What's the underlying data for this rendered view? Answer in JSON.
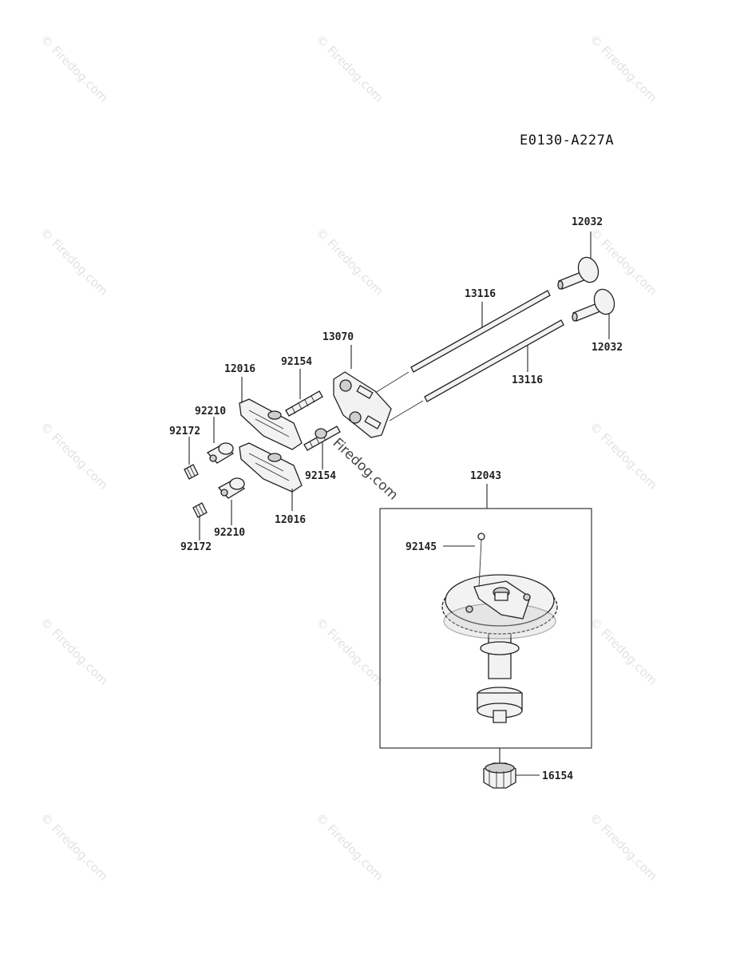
{
  "diagram": {
    "reference_code": "E0130-A227A",
    "watermark_text": "© Firedog.com",
    "overlay_watermark": "Firedog.com",
    "parts": [
      {
        "id": "12032_a",
        "number": "12032"
      },
      {
        "id": "12032_b",
        "number": "12032"
      },
      {
        "id": "13116_a",
        "number": "13116"
      },
      {
        "id": "13116_b",
        "number": "13116"
      },
      {
        "id": "13070",
        "number": "13070"
      },
      {
        "id": "12016_a",
        "number": "12016"
      },
      {
        "id": "12016_b",
        "number": "12016"
      },
      {
        "id": "92154_a",
        "number": "92154"
      },
      {
        "id": "92154_b",
        "number": "92154"
      },
      {
        "id": "92210_a",
        "number": "92210"
      },
      {
        "id": "92210_b",
        "number": "92210"
      },
      {
        "id": "92172_a",
        "number": "92172"
      },
      {
        "id": "92172_b",
        "number": "92172"
      },
      {
        "id": "12043",
        "number": "12043"
      },
      {
        "id": "92145",
        "number": "92145"
      },
      {
        "id": "16154",
        "number": "16154"
      }
    ]
  }
}
